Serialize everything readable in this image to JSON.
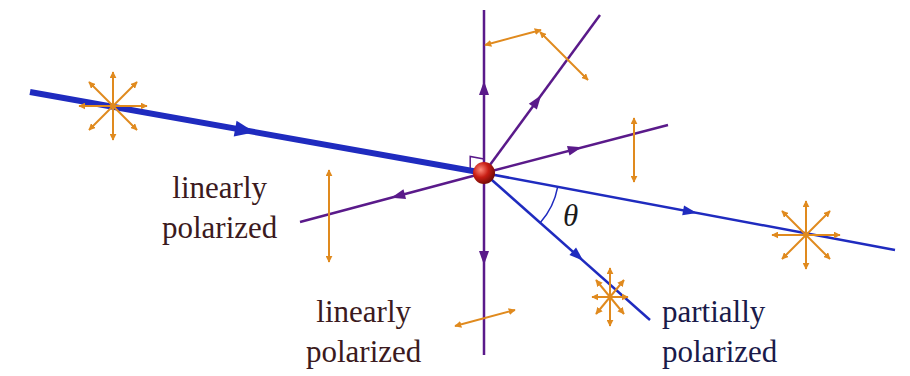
{
  "diagram": {
    "labels": [
      "linearly polarized",
      "linearly polarized",
      "partially polarized",
      "θ"
    ]
  }
}
